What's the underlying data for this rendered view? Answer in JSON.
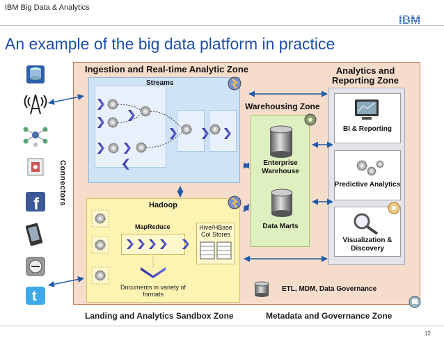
{
  "header": {
    "label": "IBM Big Data & Analytics",
    "logo_text": "IBM"
  },
  "title": "An example of the big data platform in practice",
  "zones": {
    "ingestion": "Ingestion and Real-time Analytic Zone",
    "analytics": "Analytics and Reporting Zone",
    "warehousing": "Warehousing Zone",
    "landing": "Landing and Analytics Sandbox Zone",
    "metadata": "Metadata and Governance  Zone"
  },
  "streams": {
    "label": "Streams"
  },
  "hadoop": {
    "label": "Hadoop",
    "mapreduce": "MapReduce",
    "hive": "Hive/HBase Col Stores",
    "documents": "Documents in variety of formats"
  },
  "warehouse": {
    "enterprise": "Enterprise Warehouse",
    "data_marts": "Data Marts"
  },
  "analytics": {
    "bi": "BI & Reporting",
    "predictive": "Predictive Analytics",
    "visualization": "Visualization & Discovery"
  },
  "governance": {
    "etl": "ETL, MDM, Data Governance"
  },
  "connectors": "Connectors",
  "sources": [
    "database-icon",
    "antenna-icon",
    "network-icon",
    "sensor-icon",
    "facebook-icon",
    "phone-icon",
    "meter-icon",
    "twitter-icon"
  ],
  "page_number": "12",
  "colors": {
    "title": "#1f4fa8",
    "platform": "#f6dccb",
    "streams": "#cfe3f6",
    "hadoop": "#fdf4b4",
    "warehouse": "#dff0c0",
    "analytics": "#e4e4ea",
    "arrow": "#1f5aa8"
  }
}
